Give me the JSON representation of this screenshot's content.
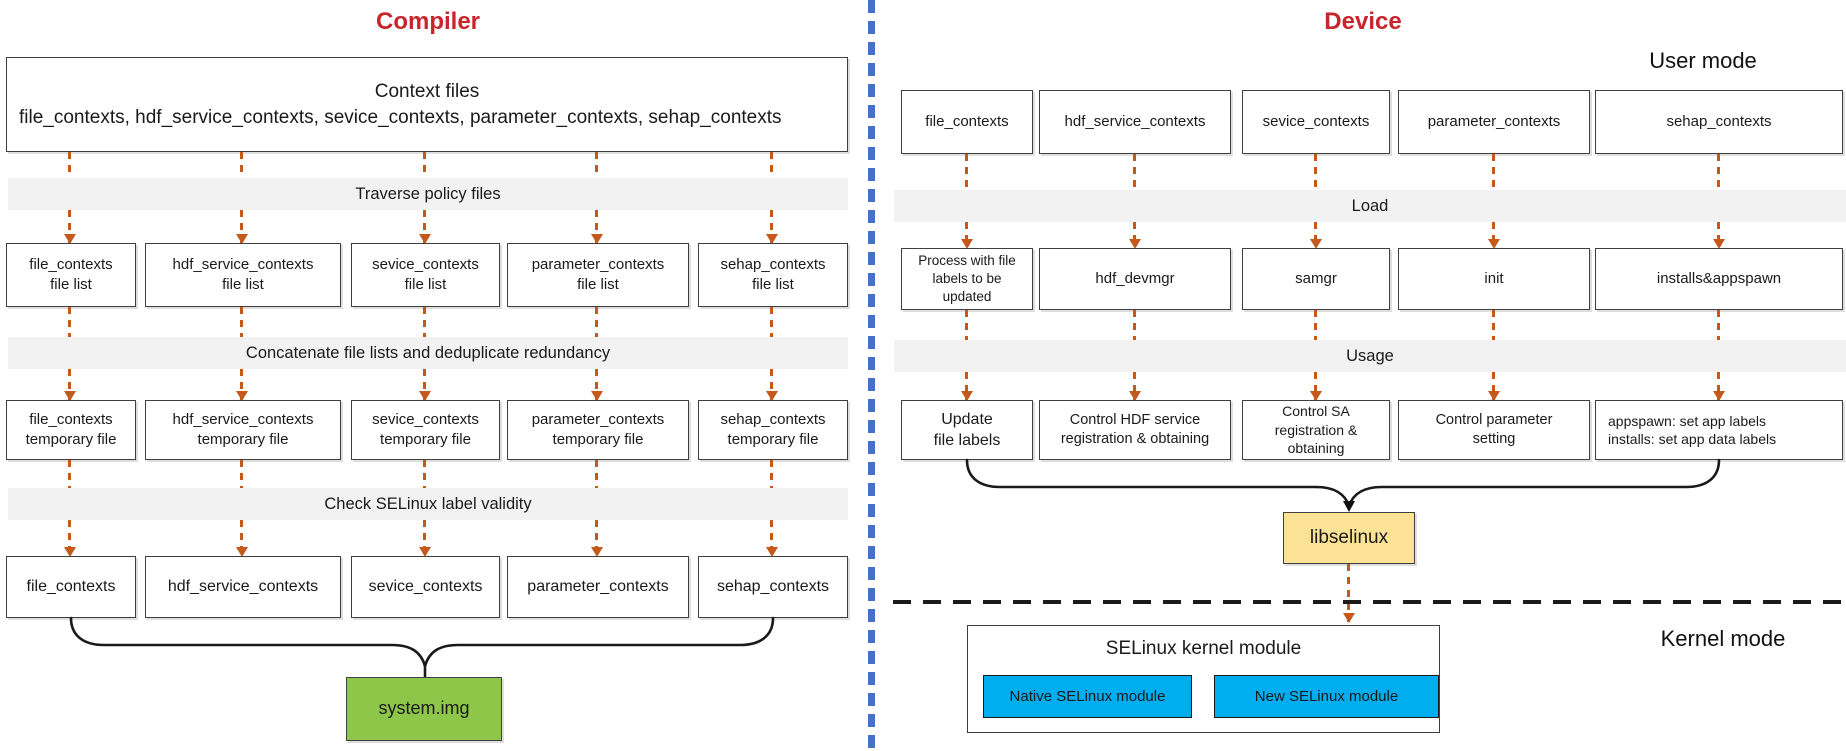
{
  "compiler": {
    "title": "Compiler",
    "context_box": {
      "title": "Context files",
      "body": "file_contexts, hdf_service_contexts, sevice_contexts, parameter_contexts, sehap_contexts"
    },
    "bar_traverse": "Traverse policy files",
    "bar_concatenate": "Concatenate file lists and deduplicate redundancy",
    "bar_check": "Check SELinux label validity",
    "file_list_row": [
      "file_contexts\nfile list",
      "hdf_service_contexts\nfile list",
      "sevice_contexts\nfile list",
      "parameter_contexts\nfile list",
      "sehap_contexts\nfile list"
    ],
    "temp_file_row": [
      "file_contexts\ntemporary file",
      "hdf_service_contexts\ntemporary file",
      "sevice_contexts\ntemporary file",
      "parameter_contexts\ntemporary file",
      "sehap_contexts\ntemporary file"
    ],
    "final_row": [
      "file_contexts",
      "hdf_service_contexts",
      "sevice_contexts",
      "parameter_contexts",
      "sehap_contexts"
    ],
    "output_box": "system.img"
  },
  "device": {
    "title": "Device",
    "user_mode_label": "User mode",
    "kernel_mode_label": "Kernel mode",
    "context_row": [
      "file_contexts",
      "hdf_service_contexts",
      "sevice_contexts",
      "parameter_contexts",
      "sehap_contexts"
    ],
    "bar_load": "Load",
    "process_row": [
      "Process with file\nlabels to be\nupdated",
      "hdf_devmgr",
      "samgr",
      "init",
      "installs&appspawn"
    ],
    "bar_usage": "Usage",
    "usage_row": [
      "Update\nfile labels",
      "Control HDF service\nregistration & obtaining",
      "Control SA\nregistration &\nobtaining",
      "Control parameter\nsetting",
      "appspawn: set app labels\ninstalls: set app data labels"
    ],
    "libselinux_box": "libselinux",
    "kernel_module": {
      "title": "SELinux kernel module",
      "modules": [
        "Native SELinux module",
        "New SELinux module"
      ]
    }
  },
  "colors": {
    "title_red": "#C9252C",
    "arrow_orange": "#C5591B",
    "divider_blue": "#4472C4",
    "output_green": "#8EC64A",
    "libselinux_yellow": "#FBE295",
    "module_blue": "#00AEEF",
    "bar_gray": "#F2F2F2"
  }
}
